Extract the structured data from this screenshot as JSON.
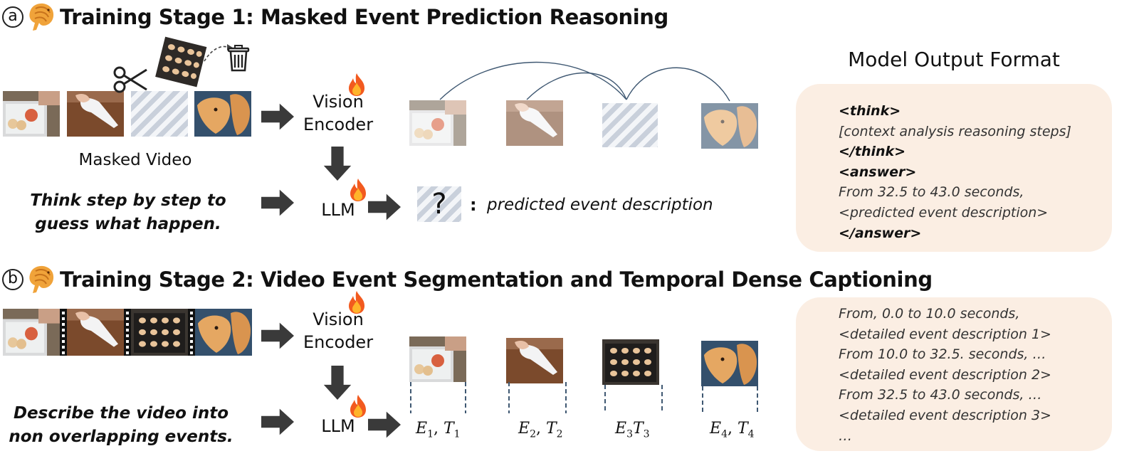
{
  "stage1": {
    "marker": "a",
    "title": "Training Stage 1: Masked Event Prediction Reasoning",
    "masked_video_label": "Masked Video",
    "vision_encoder_line1": "Vision",
    "vision_encoder_line2": "Encoder",
    "llm_label": "LLM",
    "prompt_line1": "Think step by step to",
    "prompt_line2": "guess what happen.",
    "question_mark": "?",
    "colon": ":",
    "predicted_text": "predicted event description"
  },
  "output_format": {
    "title": "Model Output Format",
    "lines": [
      "<think>",
      "[context analysis reasoning steps]",
      "</think>",
      "<answer>",
      "From 32.5 to 43.0 seconds,",
      "<predicted event description>",
      "</answer>"
    ]
  },
  "stage2": {
    "marker": "b",
    "title": "Training Stage 2: Video Event Segmentation and Temporal Dense Captioning",
    "vision_encoder_line1": "Vision",
    "vision_encoder_line2": "Encoder",
    "llm_label": "LLM",
    "prompt_line1": "Describe the video into",
    "prompt_line2": "non overlapping events.",
    "events": [
      {
        "e": "E",
        "es": "1",
        "sep": ", ",
        "t": "T",
        "ts": "1"
      },
      {
        "e": "E",
        "es": "2",
        "sep": ", ",
        "t": "T",
        "ts": "2"
      },
      {
        "e": "E",
        "es": "3",
        "sep": "",
        "t": "T",
        "ts": "3"
      },
      {
        "e": "E",
        "es": "4",
        "sep": ", ",
        "t": "T",
        "ts": "4"
      }
    ],
    "output_lines": [
      "From, 0.0 to 10.0 seconds,",
      "<detailed event description 1>",
      "From 10.0 to 32.5. seconds, …",
      "<detailed event description 2>",
      "From 32.5 to 43.0 seconds, …",
      "<detailed event description 3>",
      "…"
    ]
  },
  "colors": {
    "panel_bg": "#fbeee3",
    "arrow": "#3a3a3a",
    "dashed": "#3f5872",
    "hatch": "#c9d0db"
  },
  "icons": [
    "shrimp-icon",
    "fire-icon",
    "scissors-icon",
    "trash-icon",
    "arrow-right-icon",
    "arrow-down-icon"
  ]
}
